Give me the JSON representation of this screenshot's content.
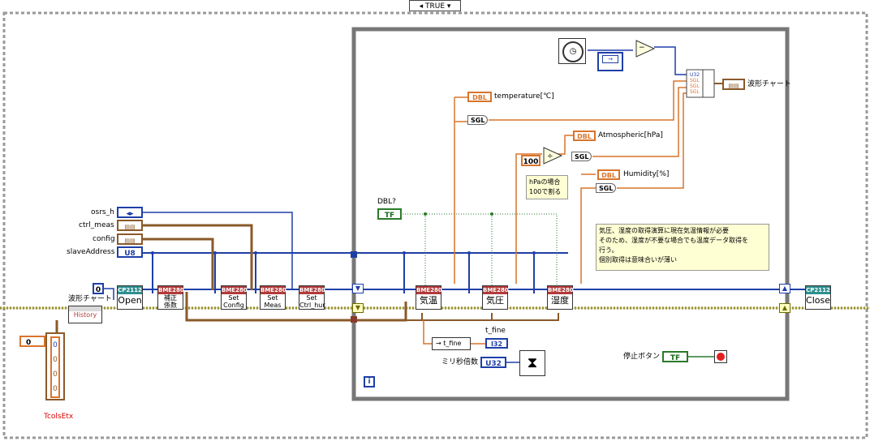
{
  "case_selector": {
    "value": "TRUE"
  },
  "controls": {
    "osrs_h": "osrs_h",
    "ctrl_meas": "ctrl_meas",
    "config": "config",
    "slave_address": "slaveAddress",
    "slave_address_type": "U8"
  },
  "left": {
    "chart_label": "波形チャート",
    "history": "History",
    "zero": "0",
    "zero2": "0",
    "array_values": [
      "0",
      "0",
      "0",
      "0"
    ],
    "tcls_label": "TcolsEtx"
  },
  "nodes": {
    "open": {
      "header": "CP2112",
      "label": "Open"
    },
    "close": {
      "header": "CP2112",
      "label": "Close"
    },
    "hosei": {
      "header": "BME280",
      "label": "補正\n係数"
    },
    "set_config": {
      "header": "BME280",
      "label": "Set\nConfig"
    },
    "set_meas": {
      "header": "BME280",
      "label": "Set\nMeas"
    },
    "set_ctrl_hum": {
      "header": "BME280",
      "label": "Set\nCtrl_hur"
    },
    "temp": {
      "header": "BME280",
      "label": "気温"
    },
    "pressure": {
      "header": "BME280",
      "label": "気圧"
    },
    "humidity": {
      "header": "BME280",
      "label": "湿度"
    }
  },
  "inner": {
    "dbl_q": "DBL?",
    "tf": "TF",
    "temperature": "temperature[℃]",
    "atmospheric": "Atmospheric[hPa]",
    "humidity": "Humidity[%]",
    "dbl": "DBL",
    "sgl": "SGL",
    "hundred": "100",
    "divide_note": "hPaの場合\n100で割る",
    "chart_out": "波形チャート",
    "t_fine": "t_fine",
    "t_fine_label": "t_fine",
    "i32": "I32",
    "wait_label": "ミリ秒倍数",
    "u32": "U32",
    "stop_label": "停止ボタン",
    "iter": "i",
    "bundle": [
      "U32",
      "SGL",
      "SGL",
      "SGL"
    ],
    "note": "気圧、湿度の取得演算に現在気温情報が必要\nそのため、湿度が不要な場合でも温度データ取得を\n行う。\n個別取得は意味合いが薄い"
  },
  "colors": {
    "blue_wire": "#1f3fa8",
    "orange_wire": "#d9742c",
    "brown_wire": "#8a5a2a",
    "green_wire": "#2a7a2a",
    "loop_frame": "#777777"
  }
}
